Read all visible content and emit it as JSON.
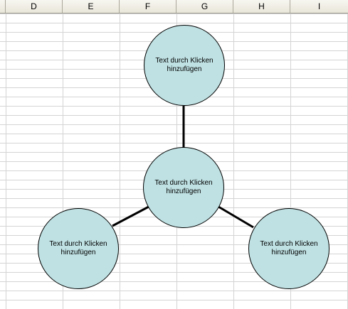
{
  "columns": [
    "D",
    "E",
    "F",
    "G",
    "H",
    "I"
  ],
  "diagram": {
    "type": "radial",
    "center": {
      "text": "Text durch Klicken hinzufügen"
    },
    "nodes": [
      {
        "text": "Text durch Klicken hinzufügen"
      },
      {
        "text": "Text durch Klicken hinzufügen"
      },
      {
        "text": "Text durch Klicken hinzufügen"
      }
    ],
    "colors": {
      "node_fill": "#bfe1e3",
      "node_border": "#000000",
      "connector": "#000000",
      "gridline": "#d4d4d4",
      "header_bg": "#ece9d8"
    }
  }
}
